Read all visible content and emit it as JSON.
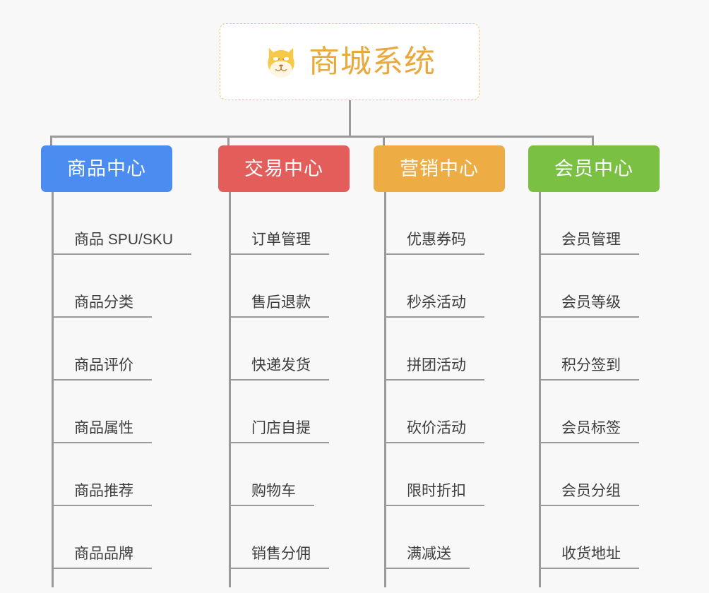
{
  "page": {
    "background_color": "#f8f8f8",
    "diagram_type": "mindmap-tree",
    "connector_color": "#9a9a9a"
  },
  "root": {
    "title": "商城系统",
    "icon": "shiba-dog-face-icon",
    "text_color": "#e9a93e",
    "border_color": "#eec47a",
    "background_color": "#ffffff"
  },
  "branches": [
    {
      "label": "商品中心",
      "color": "#4a8cf0",
      "items": [
        "商品 SPU/SKU",
        "商品分类",
        "商品评价",
        "商品属性",
        "商品推荐",
        "商品品牌"
      ]
    },
    {
      "label": "交易中心",
      "color": "#e35d5b",
      "items": [
        "订单管理",
        "售后退款",
        "快递发货",
        "门店自提",
        "购物车",
        "销售分佣"
      ]
    },
    {
      "label": "营销中心",
      "color": "#eeac45",
      "items": [
        "优惠券码",
        "秒杀活动",
        "拼团活动",
        "砍价活动",
        "限时折扣",
        "满减送"
      ]
    },
    {
      "label": "会员中心",
      "color": "#7ac143",
      "items": [
        "会员管理",
        "会员等级",
        "积分签到",
        "会员标签",
        "会员分组",
        "收货地址"
      ]
    }
  ]
}
